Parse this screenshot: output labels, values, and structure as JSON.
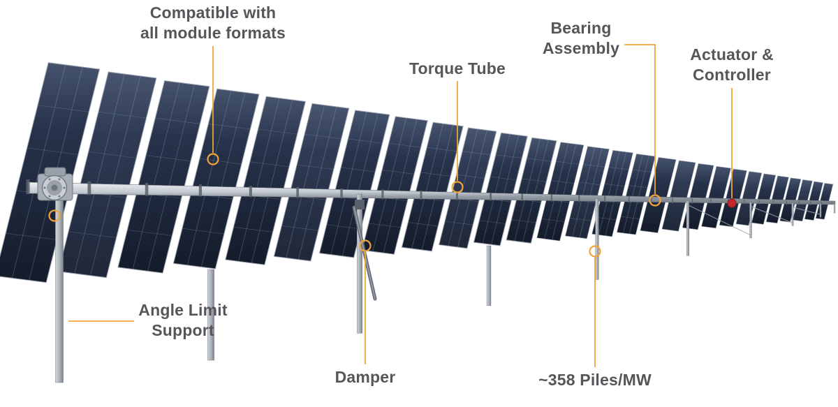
{
  "palette": {
    "label_text": "#55565A",
    "leader_orange": "#F2A43A",
    "actuator_dot_red": "#C1272D",
    "panel_dark": "#141B2A",
    "panel_mid": "#27334B",
    "panel_light": "#46536D",
    "metal_light": "#F0F2F5",
    "metal_dark": "#70777F"
  },
  "markers": {
    "style": "ring",
    "ring_color": "#F2A43A",
    "actuator_dot_color": "#C1272D"
  },
  "callouts": [
    {
      "id": "module-formats",
      "text": "Compatible with\nall module formats"
    },
    {
      "id": "torque-tube",
      "text": "Torque Tube"
    },
    {
      "id": "bearing-assembly",
      "text": "Bearing\nAssembly"
    },
    {
      "id": "actuator-controller",
      "text": "Actuator &\nController"
    },
    {
      "id": "angle-limit-support",
      "text": "Angle Limit\nSupport"
    },
    {
      "id": "damper",
      "text": "Damper"
    },
    {
      "id": "piles-per-mw",
      "text": "~358 Piles/MW"
    }
  ]
}
